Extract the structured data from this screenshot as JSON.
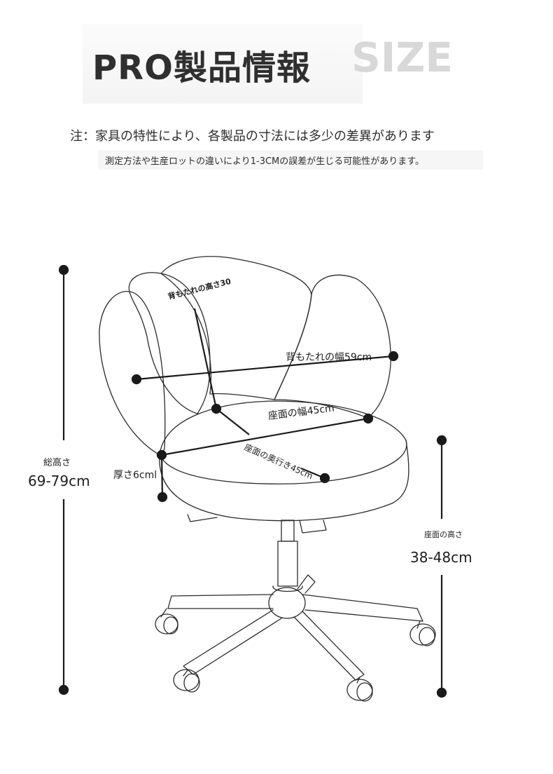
{
  "header": {
    "title": "PRO製品情報",
    "size_word": "SIZE"
  },
  "notes": {
    "main": "注：家具の特性により、各製品の寸法には多少の差異があります",
    "sub": "測定方法や生産ロットの違いにより1-3CMの誤差が生じる可能性があります。"
  },
  "dimensions": {
    "backrest_height": "背もたれの高さ30",
    "backrest_width": "背もたれの幅59cm",
    "seat_width": "座面の幅45cm",
    "seat_depth": "座面の奥行き45cm",
    "seat_thickness": "厚さ6cml",
    "total_height_label": "総高さ",
    "total_height_value": "69-79cm",
    "seat_height_label": "座面の高さ",
    "seat_height_value": "38-48cm"
  },
  "colors": {
    "line": "#1a1a1a",
    "outline": "#2a2a2a",
    "title": "#2f2f2f",
    "size_word": "#d8d8d8"
  }
}
